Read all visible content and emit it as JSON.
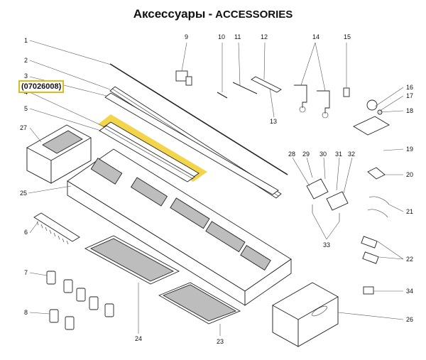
{
  "title": {
    "ru": "Аксессуары",
    "separator": "-",
    "en": "ACCESSORIES"
  },
  "highlighted_part_number": "(07026008)",
  "highlight_color": "#f2d54a",
  "callouts": [
    "1",
    "2",
    "3",
    "4",
    "5",
    "6",
    "7",
    "8",
    "9",
    "10",
    "11",
    "12",
    "13",
    "14",
    "15",
    "16",
    "17",
    "18",
    "19",
    "20",
    "21",
    "22",
    "23",
    "24",
    "25",
    "26",
    "27",
    "28",
    "29",
    "30",
    "31",
    "32",
    "33",
    "34"
  ]
}
